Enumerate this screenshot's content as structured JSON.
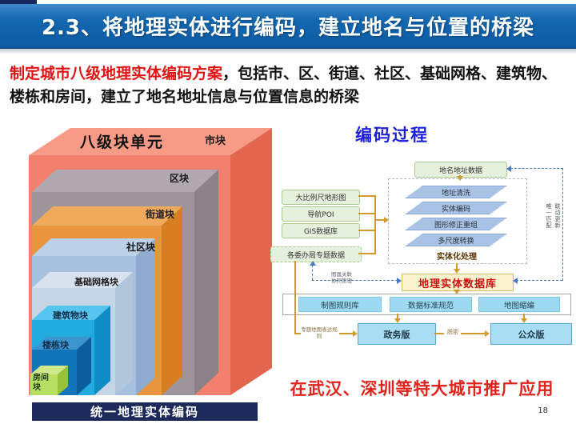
{
  "header": {
    "title": "2.3、将地理实体进行编码，建立地名与位置的桥梁"
  },
  "intro": {
    "highlight": "制定城市八级地理实体编码方案",
    "rest": "，包括市、区、街道、社区、基础网格、建筑物、楼栋和房间，建立了地名地址信息与位置信息的桥梁"
  },
  "block_diagram": {
    "title": "八级块单元",
    "caption": "统一地理实体编码",
    "layers": [
      {
        "label": "市块",
        "front": "#f3806c",
        "top": "#f79a86",
        "side": "#e2654e"
      },
      {
        "label": "区块",
        "front": "#9e959c",
        "top": "#b2a9b0",
        "side": "#8b8289"
      },
      {
        "label": "街道块",
        "front": "#e8953e",
        "top": "#f0aa5c",
        "side": "#d77e22"
      },
      {
        "label": "社区块",
        "front": "#a6c0e0",
        "top": "#bcd0e8",
        "side": "#8facd0"
      },
      {
        "label": "基础网格块",
        "front": "#c6d5e6",
        "top": "#d8e2ee",
        "side": "#b2c6da"
      },
      {
        "label": "建筑物块",
        "front": "#21abdf",
        "top": "#55c4ee",
        "side": "#0f8cc4"
      },
      {
        "label": "楼栋块",
        "front": "#1274b9",
        "top": "#3d95cf",
        "side": "#0b5e9b"
      },
      {
        "label": "房间块",
        "front": "#b8df62",
        "top": "#cfe98a",
        "side": "#96c23c"
      }
    ]
  },
  "flowchart": {
    "title": "编码过程",
    "top_box": "地名地址数据",
    "source_boxes": [
      "大比例尺地形图",
      "导航POI",
      "GIS数据库"
    ],
    "dept_box": "各委办局专题数据",
    "process": {
      "label": "实体化处理",
      "steps": [
        "地址清洗",
        "实体编码",
        "图形修正重组",
        "多尺度转换"
      ]
    },
    "database_box": "地理实体数据库",
    "db_note": [
      "图属关联",
      "协同管理"
    ],
    "sync_labels": [
      "唯一匹配",
      "联动更新"
    ],
    "rules_row": [
      "制图规则库",
      "数据标准规范",
      "地图缩编"
    ],
    "gov_box": "政务版",
    "public_box": "公众版",
    "theme_note": "专题地图表达规则",
    "desensitize_label": "脱密"
  },
  "footer_note": "在武汉、深圳等特大城市推广应用",
  "page": {
    "number": "18"
  },
  "colors": {
    "title_bar": "#0d5ba3",
    "flow_title": "#1f1fd8",
    "highlight_red": "#e01212",
    "database_text": "#cc1111",
    "caption_bar": "#1b2a5a",
    "orange_connector": "#cf9a2e",
    "blue_dashed": "#4a7ab8"
  }
}
